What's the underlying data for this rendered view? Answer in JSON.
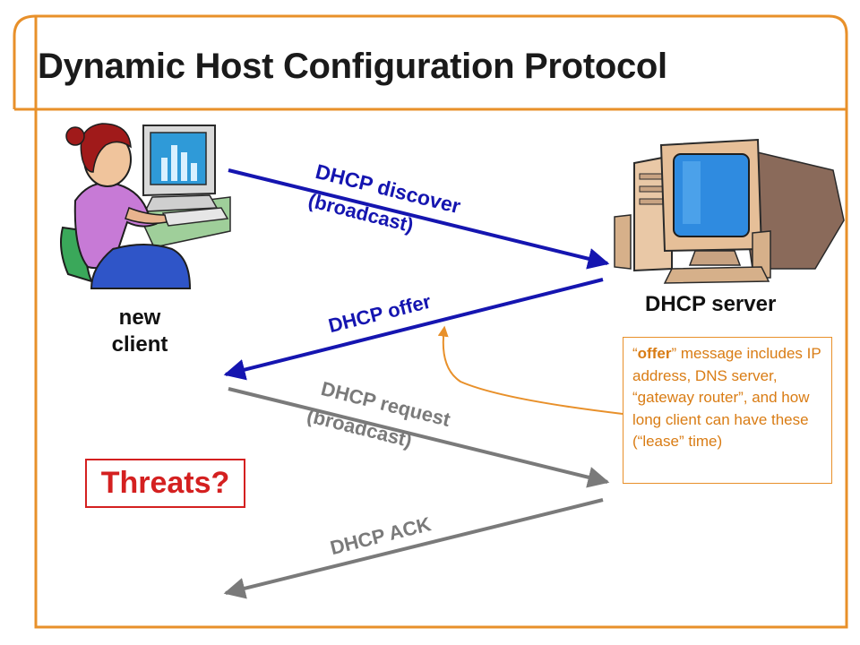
{
  "title": "Dynamic Host Configuration Protocol",
  "client": {
    "label_line1": "new",
    "label_line2": "client"
  },
  "server": {
    "label": "DHCP server"
  },
  "messages": {
    "discover": {
      "line1": "DHCP discover",
      "line2": "(broadcast)"
    },
    "offer": {
      "label": "DHCP offer"
    },
    "request": {
      "line1": "DHCP request",
      "line2": "(broadcast)"
    },
    "ack": {
      "label": "DHCP ACK"
    }
  },
  "callout": {
    "open_quote": "“",
    "keyword": "offer",
    "text": "” message includes IP address, DNS server, “gateway router”, and how long client can have these (“lease” time)"
  },
  "threats": "Threats?",
  "colors": {
    "frame": "#e8902a",
    "request_arrows": "#1515b0",
    "response_arrows_gray": "#7a7a7a",
    "threats": "#d42020"
  }
}
